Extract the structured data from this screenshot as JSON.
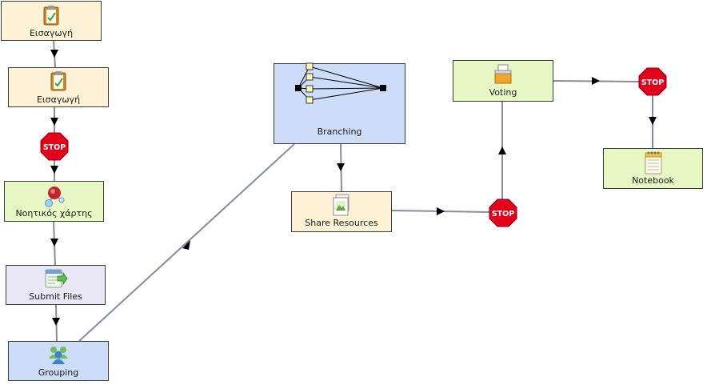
{
  "colors": {
    "cream": "#fdf1d6",
    "green": "#e8f8c4",
    "blue": "#cddcf9",
    "lavender": "#e9e7f6",
    "line": "#8a89a6",
    "stop_red": "#e2001a"
  },
  "stop_label": "STOP",
  "nodes": {
    "intro1": {
      "label": "Εισαγωγή",
      "icon": "clipboard-icon"
    },
    "intro2": {
      "label": "Εισαγωγή",
      "icon": "clipboard-icon"
    },
    "mindmap": {
      "label": "Νοητικός χάρτης",
      "icon": "molecule-icon"
    },
    "submit": {
      "label": "Submit Files",
      "icon": "file-upload-icon"
    },
    "grouping": {
      "label": "Grouping",
      "icon": "people-group-icon"
    },
    "branching": {
      "label": "Branching",
      "icon": "branching-icon"
    },
    "share": {
      "label": "Share Resources",
      "icon": "image-file-icon"
    },
    "voting": {
      "label": "Voting",
      "icon": "ballot-box-icon"
    },
    "notebook": {
      "label": "Notebook",
      "icon": "notepad-icon"
    }
  }
}
